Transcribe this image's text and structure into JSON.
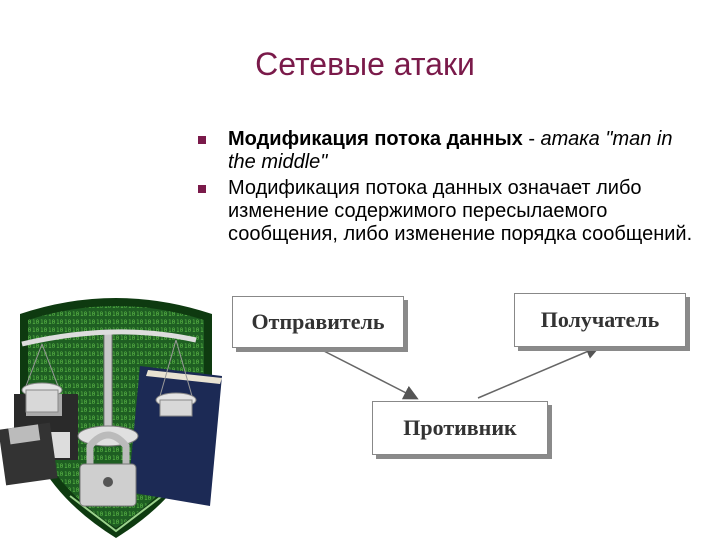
{
  "slide": {
    "title": "Сетевые атаки",
    "bullet1": {
      "bold": "Модификация потока данных",
      "dash": " - ",
      "italic": "атака \"man in the middle\""
    },
    "bullet2": "Модификация потока данных означает либо изменение содержимого пересылаемого сообщения, либо изменение порядка сообщений."
  },
  "diagram": {
    "sender": "Отправитель",
    "receiver": "Получатель",
    "adversary": "Противник"
  },
  "colors": {
    "title": "#7a1a4a",
    "bullet_marker": "#7a1a4a",
    "shield": "#1d5a1d"
  },
  "icons": [
    "scales-icon",
    "padlock-icon",
    "floppy-disk-icon",
    "book-icon",
    "shield-icon"
  ]
}
